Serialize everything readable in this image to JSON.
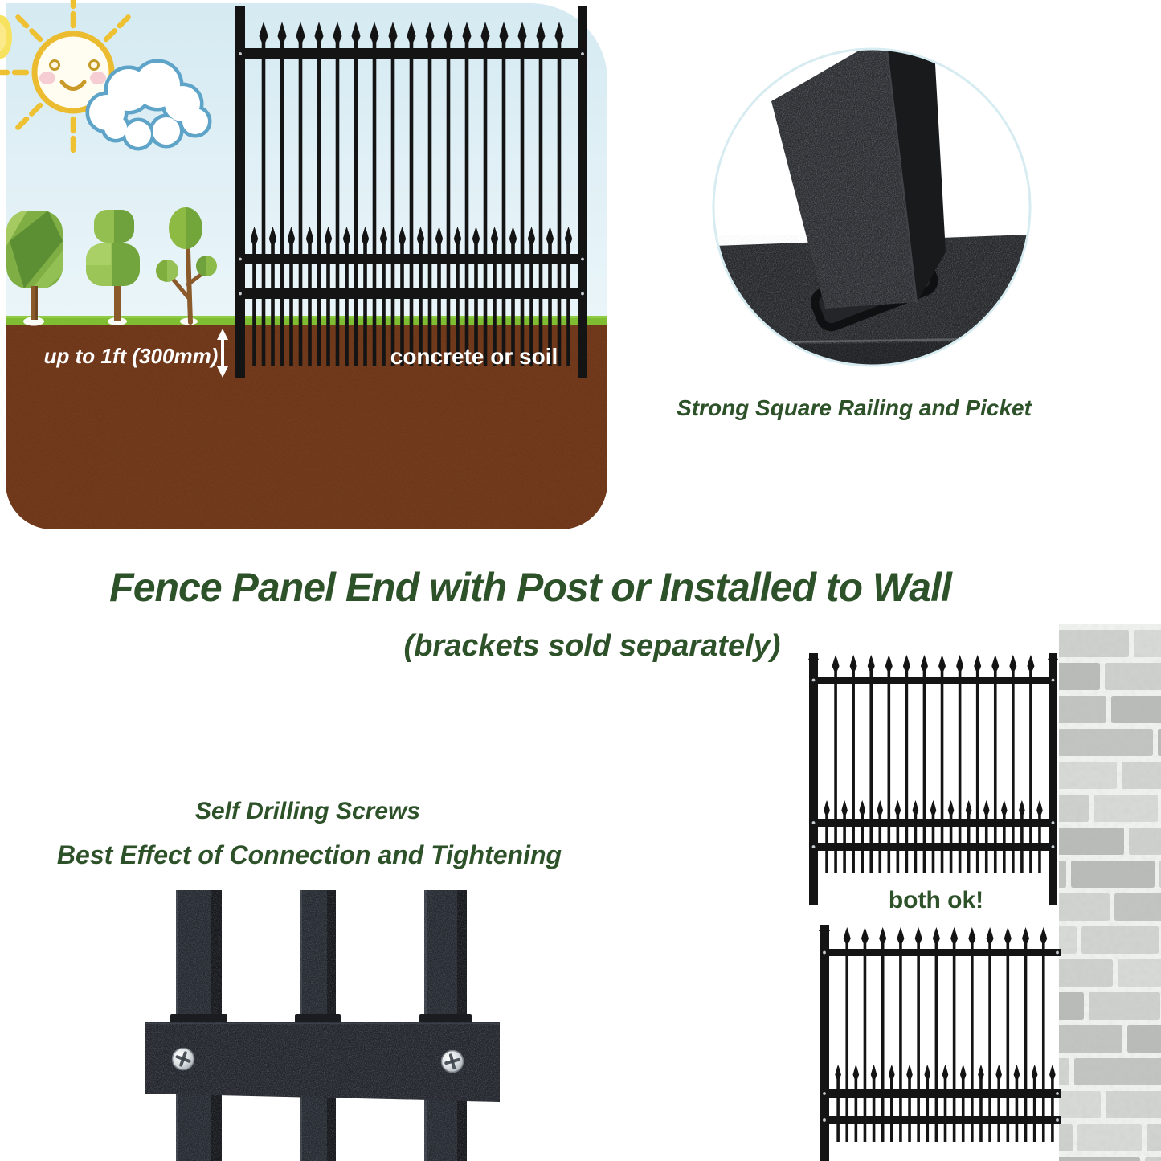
{
  "illustration": {
    "depth_label": "up to 1ft (300mm)",
    "ground_label": "concrete or soil"
  },
  "detail_photo": {
    "caption": "Strong Square Railing and Picket"
  },
  "heading": {
    "title": "Fence Panel End with Post or Installed to Wall",
    "subtitle": "(brackets sold separately)"
  },
  "screws": {
    "line1": "Self Drilling Screws",
    "line2": "Best Effect of Connection and Tightening"
  },
  "wall_install": {
    "caption": "both ok!"
  },
  "colors": {
    "text_green": "#2d5128",
    "soil_brown": "#713418",
    "grass_green": "#7fbe33",
    "sky_blue": "#dcedf4",
    "fence_black": "#141414",
    "brick_mortar": "#eff1ef",
    "sun_yellow": "#ecbc30",
    "cloud_outline_blue": "#5ea3c8"
  }
}
